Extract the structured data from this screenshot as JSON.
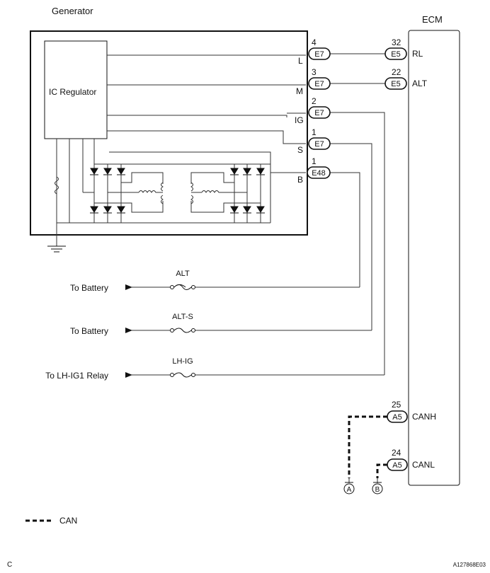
{
  "labels": {
    "generator": "Generator",
    "ecm": "ECM",
    "ic_regulator": "IC Regulator",
    "legend_can": "CAN",
    "corner_c": "C",
    "figure_id": "A127868E03"
  },
  "generator_terminals": [
    {
      "pin": "4",
      "name": "L",
      "connector": "E7"
    },
    {
      "pin": "3",
      "name": "M",
      "connector": "E7"
    },
    {
      "pin": "2",
      "name": "IG",
      "connector": "E7"
    },
    {
      "pin": "1",
      "name": "S",
      "connector": "E7"
    },
    {
      "pin": "1",
      "name": "B",
      "connector": "E48"
    }
  ],
  "ecm_terminals": [
    {
      "pin": "32",
      "name": "RL",
      "connector": "E5"
    },
    {
      "pin": "22",
      "name": "ALT",
      "connector": "E5"
    },
    {
      "pin": "25",
      "name": "CANH",
      "connector": "A5"
    },
    {
      "pin": "24",
      "name": "CANL",
      "connector": "A5"
    }
  ],
  "fuses": [
    {
      "name": "ALT",
      "destination": "To Battery"
    },
    {
      "name": "ALT-S",
      "destination": "To Battery"
    },
    {
      "name": "LH-IG",
      "destination": "To LH-IG1 Relay"
    }
  ],
  "off_page": [
    {
      "label": "A"
    },
    {
      "label": "B"
    }
  ]
}
